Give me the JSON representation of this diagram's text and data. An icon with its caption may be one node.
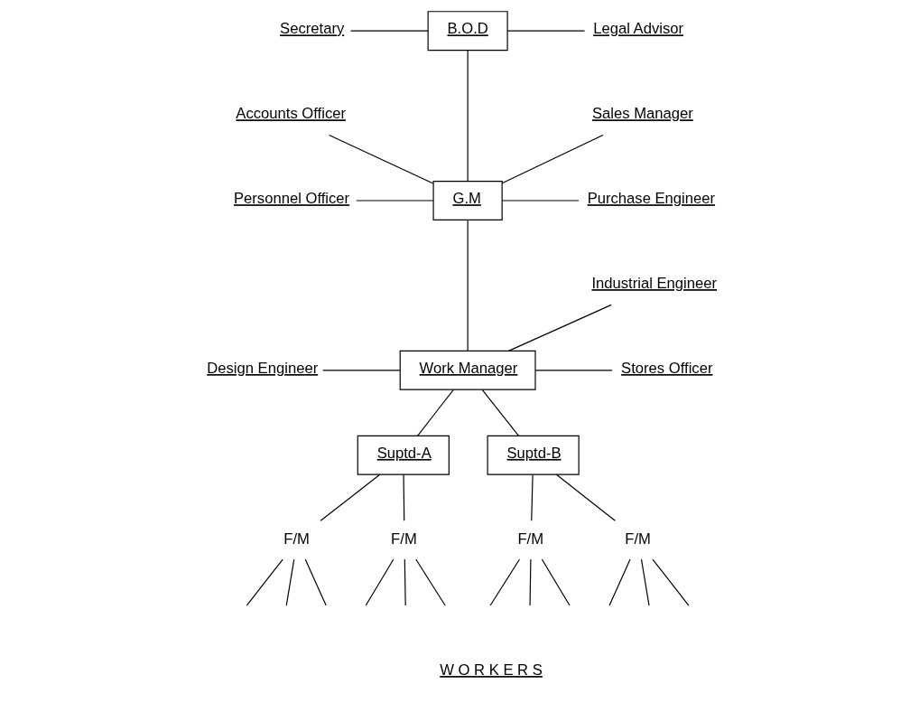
{
  "diagram": {
    "nodes": [
      {
        "text": [
          "B.O.D"
        ]
      },
      {
        "text": [
          "Secretary"
        ]
      },
      {
        "text": [
          "Legal Advisor"
        ]
      },
      {
        "text": [
          "G.M"
        ]
      },
      {
        "text": [
          "Accounts Officer"
        ]
      },
      {
        "text": [
          "Personnel Officer"
        ]
      },
      {
        "text": [
          "Sales Manager"
        ]
      },
      {
        "text": [
          "Purchase Engineer"
        ]
      },
      {
        "text": [
          "Work Manager"
        ]
      },
      {
        "text": [
          "Design Engineer"
        ]
      },
      {
        "text": [
          "Industrial Engineer"
        ]
      },
      {
        "text": [
          "Stores Officer"
        ]
      },
      {
        "text": [
          "Suptd-A"
        ]
      },
      {
        "text": [
          "Suptd-B"
        ]
      },
      {
        "text": [
          "F/M"
        ]
      },
      {
        "text": [
          "F/M"
        ]
      },
      {
        "text": [
          "F/M"
        ]
      },
      {
        "text": [
          "F/M"
        ]
      }
    ],
    "edges": [
      {
        "from": 1,
        "to": 0,
        "arrow": "none"
      },
      {
        "from": 0,
        "to": 2,
        "arrow": "none"
      },
      {
        "from": 0,
        "to": 3,
        "arrow": "none"
      },
      {
        "from": 4,
        "to": 3,
        "arrow": "none"
      },
      {
        "from": 5,
        "to": 3,
        "arrow": "none"
      },
      {
        "from": 3,
        "to": 6,
        "arrow": "none"
      },
      {
        "from": 3,
        "to": 7,
        "arrow": "none"
      },
      {
        "from": 3,
        "to": 8,
        "arrow": "none"
      },
      {
        "from": 9,
        "to": 8,
        "arrow": "none"
      },
      {
        "from": 8,
        "to": 10,
        "arrow": "none"
      },
      {
        "from": 8,
        "to": 11,
        "arrow": "none"
      },
      {
        "from": 8,
        "to": 12,
        "arrow": "none"
      },
      {
        "from": 8,
        "to": 13,
        "arrow": "none"
      },
      {
        "from": 12,
        "to": 14,
        "arrow": "none"
      },
      {
        "from": 12,
        "to": 15,
        "arrow": "none"
      },
      {
        "from": 13,
        "to": 16,
        "arrow": "none"
      },
      {
        "from": 13,
        "to": 17,
        "arrow": "none"
      },
      {
        "from": 14,
        "to": null,
        "arrow": "none"
      },
      {
        "from": 14,
        "to": null,
        "arrow": "none"
      },
      {
        "from": 14,
        "to": null,
        "arrow": "none"
      },
      {
        "from": 15,
        "to": null,
        "arrow": "none"
      },
      {
        "from": 15,
        "to": null,
        "arrow": "none"
      },
      {
        "from": 15,
        "to": null,
        "arrow": "none"
      },
      {
        "from": 16,
        "to": null,
        "arrow": "none"
      },
      {
        "from": 16,
        "to": null,
        "arrow": "none"
      },
      {
        "from": 16,
        "to": null,
        "arrow": "none"
      },
      {
        "from": 17,
        "to": null,
        "arrow": "none"
      },
      {
        "from": 17,
        "to": null,
        "arrow": "none"
      },
      {
        "from": 17,
        "to": null,
        "arrow": "none"
      }
    ],
    "labels": [
      "W O R K E R S"
    ]
  }
}
